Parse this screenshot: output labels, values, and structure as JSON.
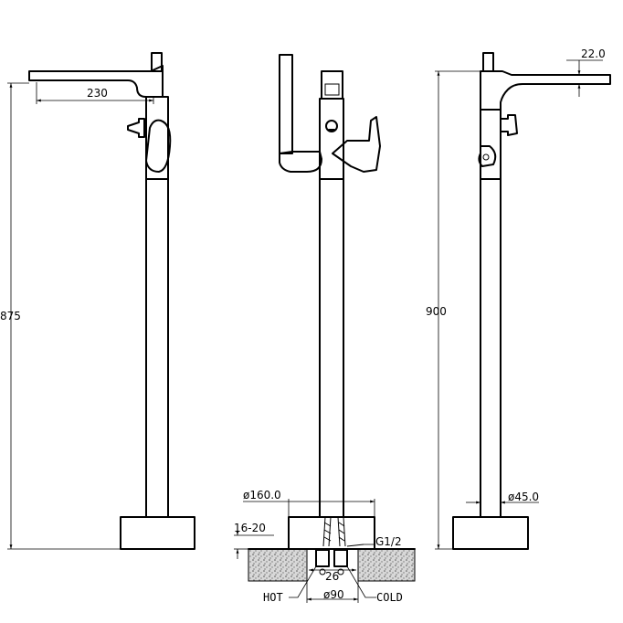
{
  "drawing": {
    "colors": {
      "line": "#000000",
      "background": "#ffffff",
      "concrete": "#cfcfcf"
    },
    "views": {
      "side_left": {
        "dim_spout_length": "230",
        "dim_height": "875"
      },
      "side_right": {
        "dim_spout_thickness": "22.0",
        "dim_height": "900",
        "dim_pipe_diameter": "ø45.0"
      },
      "front": {
        "dim_cover_diameter": "ø160.0",
        "dim_floor_depth": "16-20",
        "dim_thread": "G1/2",
        "dim_pipe_spacing": "26",
        "dim_sleeve_diameter": "ø90",
        "label_hot": "HOT",
        "label_cold": "COLD"
      }
    }
  }
}
